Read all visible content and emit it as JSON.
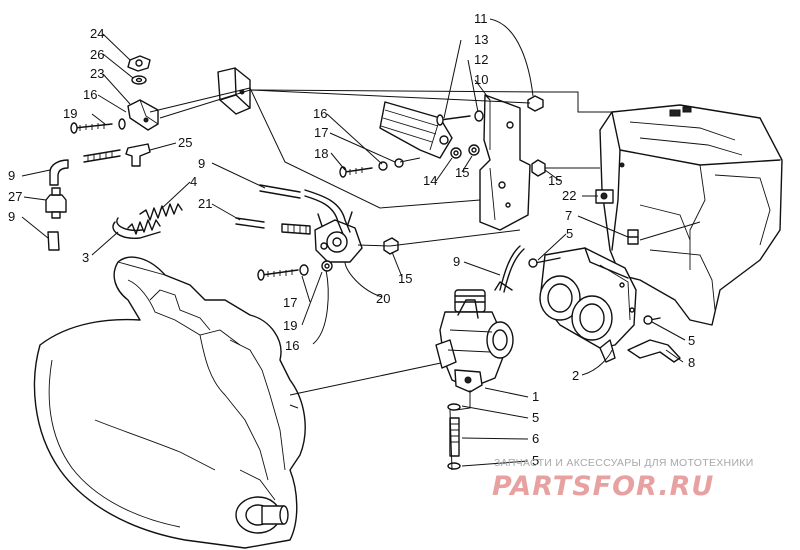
{
  "watermark": {
    "caption": "ЗАПЧАСТИ И АКСЕССУАРЫ ДЛЯ МОТОТЕХНИКИ",
    "logo": "PARTSFOR.RU",
    "color": "#e8a1a1"
  },
  "callouts": {
    "c24": "24",
    "c26": "26",
    "c23": "23",
    "c16a": "16",
    "c19a": "19",
    "c25": "25",
    "c9a": "9",
    "c27": "27",
    "c9b": "9",
    "c3": "3",
    "c4": "4",
    "c9c": "9",
    "c21": "21",
    "c16b": "16",
    "c17a": "17",
    "c18": "18",
    "c14": "14",
    "c15a": "15",
    "c13": "13",
    "c12": "12",
    "c10": "10",
    "c11": "11",
    "c15b": "15",
    "c22": "22",
    "c7": "7",
    "c5a": "5",
    "c9d": "9",
    "c15c": "15",
    "c17b": "17",
    "c19b": "19",
    "c16c": "16",
    "c20": "20",
    "c5b": "5",
    "c8": "8",
    "c2": "2",
    "c1": "1",
    "c5c": "5",
    "c6": "6",
    "c5d": "5"
  }
}
